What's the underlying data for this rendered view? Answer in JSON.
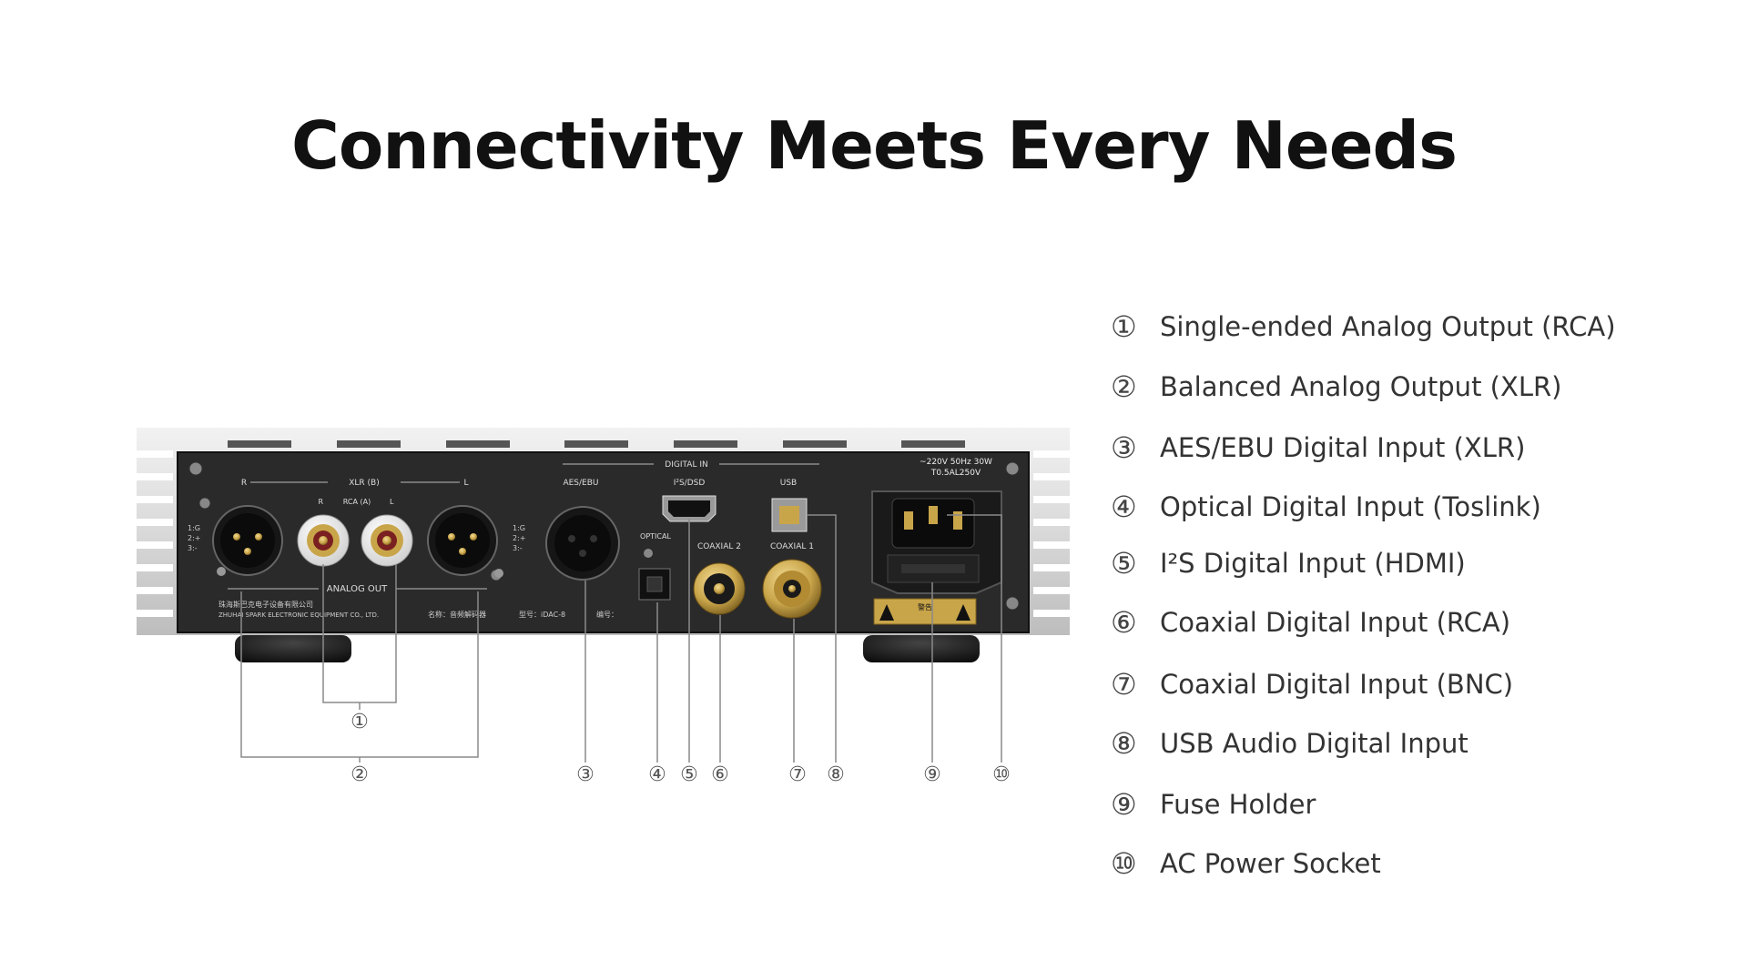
{
  "title": "Connectivity Meets Every Needs",
  "device": {
    "panel_labels": {
      "xlr_b": "XLR (B)",
      "rca_a": "RCA (A)",
      "r": "R",
      "l": "L",
      "analog_out": "ANALOG OUT",
      "digital_in": "DIGITAL IN",
      "aes_ebu": "AES/EBU",
      "i2s_dsd": "I²S/DSD",
      "usb": "USB",
      "optical": "OPTICAL",
      "coaxial_2": "COAXIAL 2",
      "coaxial_1": "COAXIAL 1",
      "power_rating_1": "~220V 50Hz 30W",
      "power_rating_2": "T0.5AL250V",
      "pin_1": "1:G",
      "pin_2": "2:+",
      "pin_3": "3:-",
      "maker_cn": "珠海斯巴克电子设备有限公司",
      "maker_en": "ZHUHAI SPARK ELECTRONIC EQUIPMENT CO., LTD.",
      "name_cn": "名称：音频解码器",
      "model": "型号：iDAC-8",
      "serial": "编号：",
      "warning_cn": "警告"
    },
    "callouts": [
      "①",
      "②",
      "③",
      "④",
      "⑤",
      "⑥",
      "⑦",
      "⑧",
      "⑨",
      "⑩"
    ]
  },
  "legend": [
    {
      "num": "①",
      "label": "Single-ended Analog Output (RCA)"
    },
    {
      "num": "②",
      "label": "Balanced Analog Output (XLR)"
    },
    {
      "num": "③",
      "label": "AES/EBU Digital Input (XLR)"
    },
    {
      "num": "④",
      "label": "Optical Digital Input (Toslink)"
    },
    {
      "num": "⑤",
      "label": "I²S Digital Input (HDMI)"
    },
    {
      "num": "⑥",
      "label": "Coaxial Digital Input (RCA)"
    },
    {
      "num": "⑦",
      "label": "Coaxial Digital Input (BNC)"
    },
    {
      "num": "⑧",
      "label": "USB Audio Digital Input"
    },
    {
      "num": "⑨",
      "label": "Fuse Holder"
    },
    {
      "num": "⑩",
      "label": "AC Power Socket"
    }
  ],
  "colors": {
    "panel": "#2a2a2a",
    "chassis": "#d8d8d8",
    "gold": "#c9a54a",
    "leader": "#8a8a8a",
    "callout": "#555555"
  }
}
